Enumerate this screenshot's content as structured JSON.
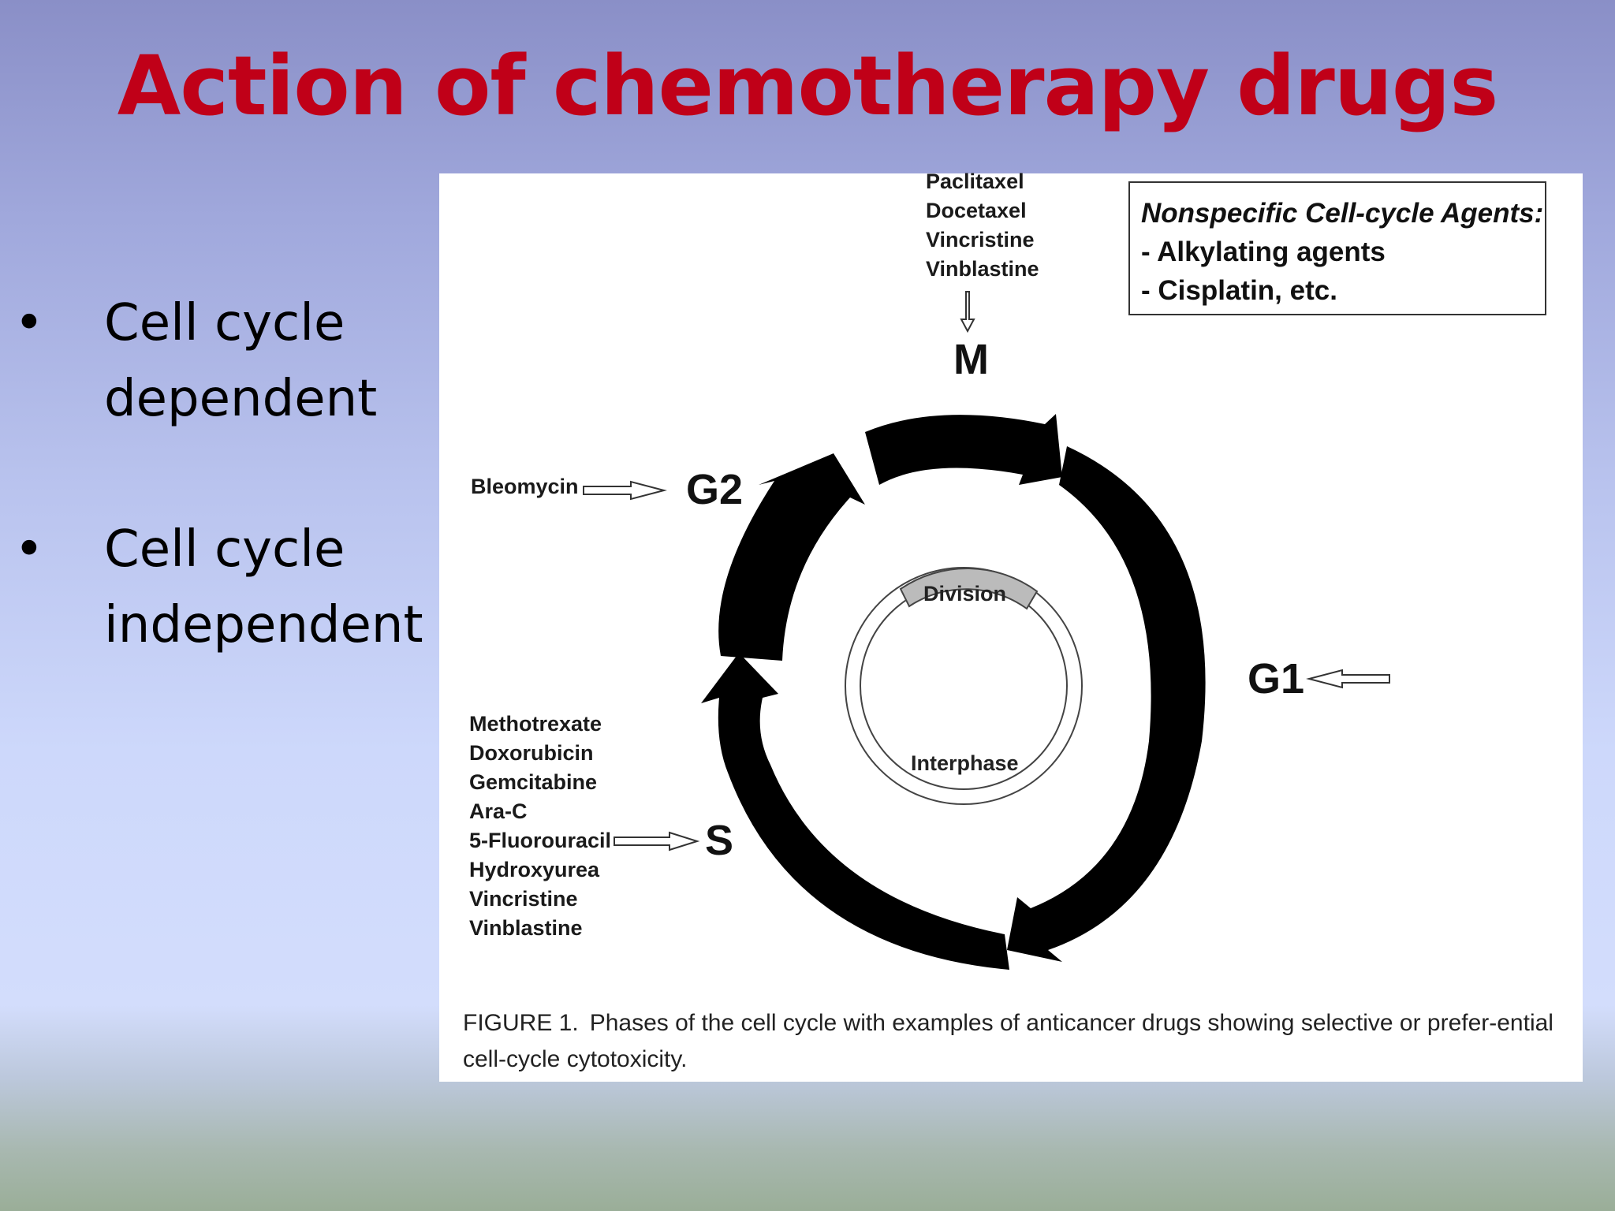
{
  "slide": {
    "title": "Action of chemotherapy drugs",
    "title_color": "#c00018",
    "bullets": [
      {
        "symbol": "•",
        "text": "Cell cycle dependent"
      },
      {
        "symbol": "•",
        "text": "Cell cycle independent"
      }
    ]
  },
  "figure": {
    "phases": {
      "m": "M",
      "g2": "G2",
      "g1": "G1",
      "s": "S"
    },
    "inner_labels": {
      "division": "Division",
      "interphase": "Interphase"
    },
    "m_drugs": [
      "Paclitaxel",
      "Docetaxel",
      "Vincristine",
      "Vinblastine"
    ],
    "g2_drug": "Bleomycin",
    "s_drugs": [
      "Methotrexate",
      "Doxorubicin",
      "Gemcitabine",
      "Ara-C",
      "5-Fluorouracil",
      "Hydroxyurea",
      "Vincristine",
      "Vinblastine"
    ],
    "legend": {
      "title": "Nonspecific Cell-cycle Agents:",
      "items": [
        "- Alkylating agents",
        "- Cisplatin, etc."
      ]
    },
    "caption": {
      "label": "FIGURE 1.",
      "text": "Phases of the cell cycle with examples of anticancer drugs showing selective or prefer-ential cell-cycle cytotoxicity."
    }
  }
}
